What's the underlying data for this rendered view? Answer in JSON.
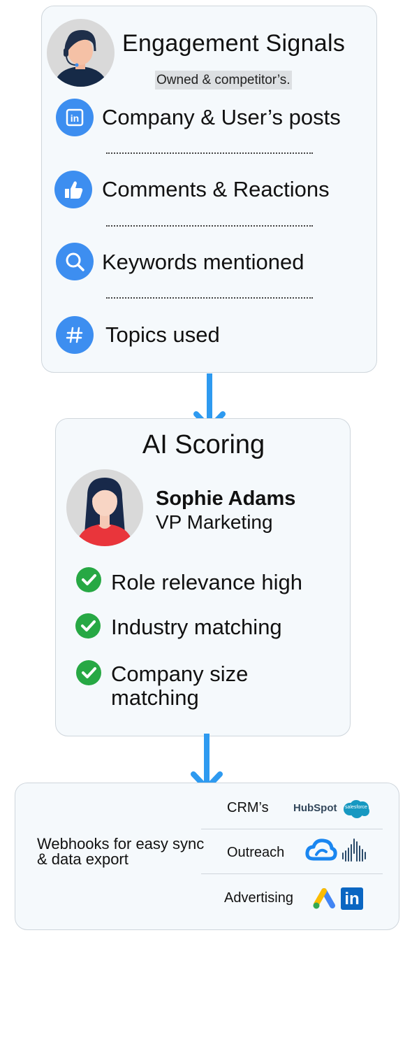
{
  "engagement": {
    "title": "Engagement Signals",
    "subtitle": "Owned & competitor’s.",
    "items": [
      {
        "icon": "linkedin-icon",
        "label": "Company & User’s posts"
      },
      {
        "icon": "thumbs-up-icon",
        "label": "Comments & Reactions"
      },
      {
        "icon": "search-icon",
        "label": "Keywords mentioned"
      },
      {
        "icon": "hashtag-icon",
        "label": "Topics used"
      }
    ]
  },
  "ai_scoring": {
    "title": "AI Scoring",
    "person": {
      "name": "Sophie Adams",
      "role": "VP Marketing"
    },
    "checks": [
      {
        "label": "Role relevance high"
      },
      {
        "label": "Industry matching"
      },
      {
        "label": "Company size matching"
      }
    ]
  },
  "export": {
    "description": "Webhooks for easy sync & data export",
    "rows": [
      {
        "label": "CRM’s",
        "logos": [
          "HubSpot",
          "salesforce"
        ]
      },
      {
        "label": "Outreach",
        "logos": [
          "cloud-sync-logo",
          "sound-bars-logo"
        ]
      },
      {
        "label": "Advertising",
        "logos": [
          "google-ads-logo",
          "in"
        ]
      }
    ]
  },
  "colors": {
    "accent_blue": "#3d8ef0",
    "arrow_blue": "#2e9af0",
    "check_green": "#27a844",
    "card_bg": "#f5f9fc",
    "hubspot_orange": "#ff7a59",
    "salesforce_blue": "#1798c1",
    "linkedin_blue": "#0a66c2"
  }
}
